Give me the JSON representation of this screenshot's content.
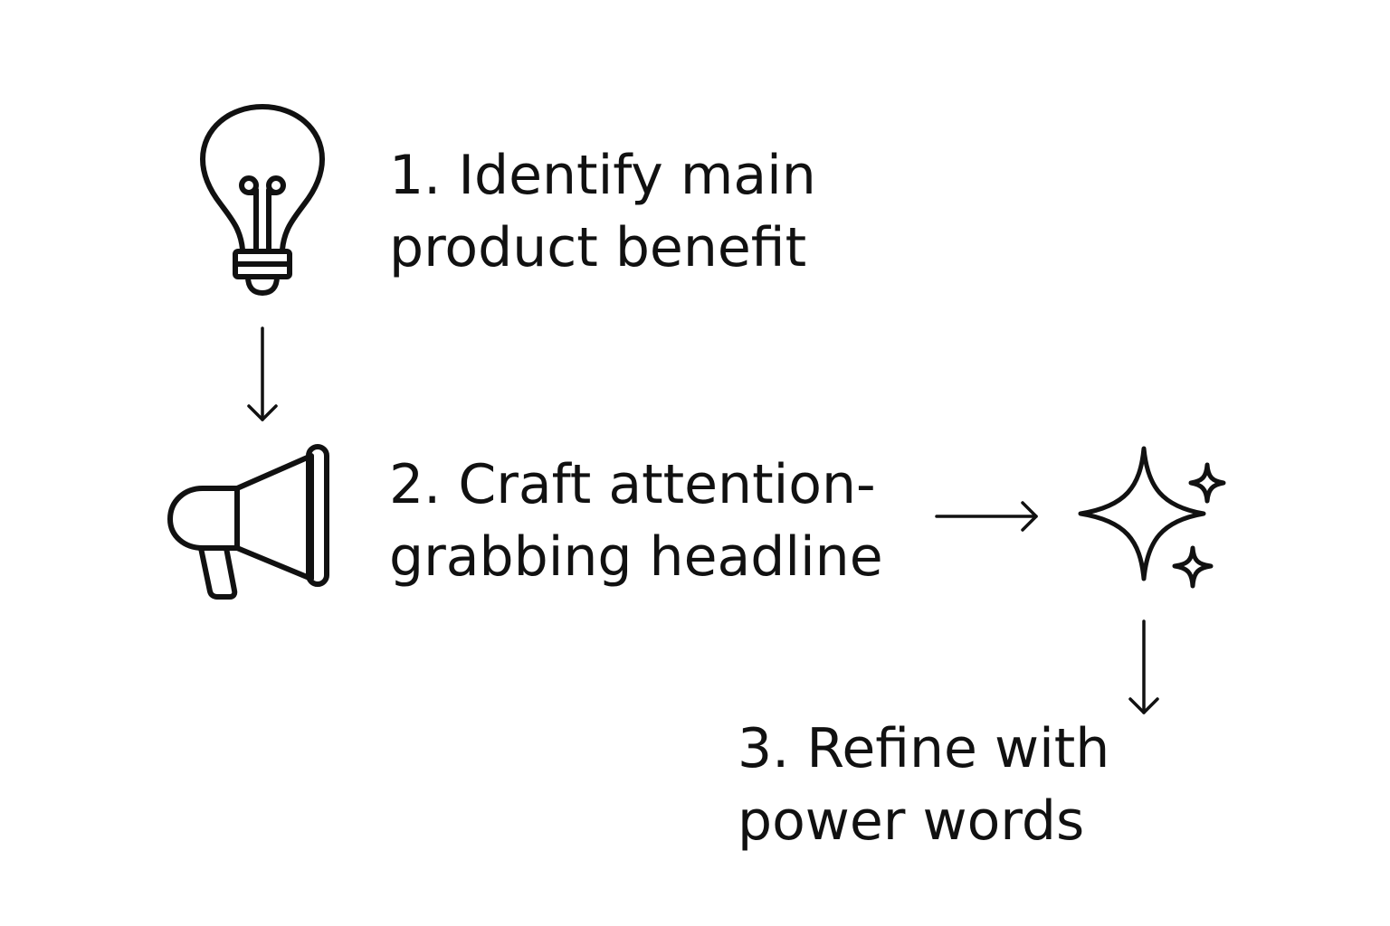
{
  "diagram": {
    "title": "",
    "colors": {
      "background": "#ffffff",
      "ink": "#111111"
    },
    "steps": [
      {
        "number": "1.",
        "icon": "lightbulb-icon",
        "lines": [
          "1. Identify main",
          "product benefit"
        ]
      },
      {
        "number": "2.",
        "icon": "megaphone-icon",
        "lines": [
          "2. Craft attention-",
          "grabbing headline"
        ]
      },
      {
        "number": "3.",
        "icon": "sparkles-icon",
        "lines": [
          "3. Refine with",
          "power words"
        ]
      }
    ],
    "connectors": [
      {
        "from": "step-1",
        "to": "step-2",
        "direction": "down"
      },
      {
        "from": "step-2",
        "to": "step-3-icon",
        "direction": "right"
      },
      {
        "from": "step-3-icon",
        "to": "step-3",
        "direction": "down"
      }
    ]
  }
}
